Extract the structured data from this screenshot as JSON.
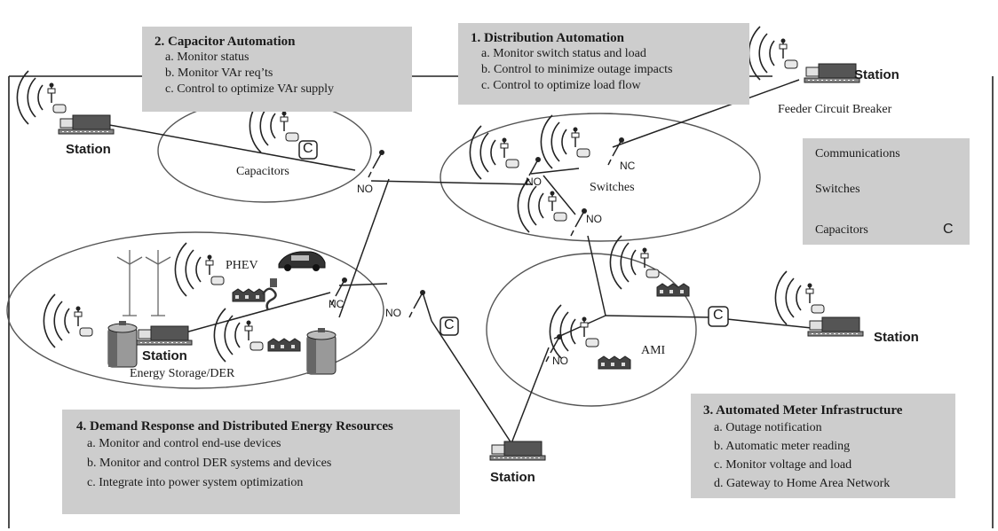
{
  "panels": {
    "capacitor": {
      "title": "2. Capacitor Automation",
      "items": [
        "a. Monitor status",
        "b. Monitor VAr req’ts",
        "c. Control to optimize VAr supply"
      ]
    },
    "distribution": {
      "title": "1. Distribution Automation",
      "items": [
        "a.  Monitor switch status and load",
        "b. Control to minimize outage impacts",
        "c. Control to optimize load flow"
      ]
    },
    "demand": {
      "title": "4. Demand Response and Distributed Energy Resources",
      "items": [
        "a. Monitor and control end-use devices",
        "b. Monitor and control DER systems and devices",
        "c. Integrate into power system optimization"
      ]
    },
    "ami": {
      "title": "3. Automated Meter Infrastructure",
      "items": [
        "a. Outage notification",
        "b. Automatic meter reading",
        "c. Monitor voltage and load",
        "d. Gateway to Home Area Network"
      ]
    }
  },
  "legend": {
    "communications": "Communications",
    "switches": "Switches",
    "capacitors": "Capacitors",
    "capacitor_symbol": "C"
  },
  "stations": {
    "top_left": "Station",
    "top_right": "Station",
    "right": "Station",
    "der": "Station",
    "bottom": "Station"
  },
  "labels": {
    "feeder_breaker": "Feeder Circuit Breaker",
    "capacitors_area": "Capacitors",
    "switches_area": "Switches",
    "energy_storage_area": "Energy Storage/DER",
    "ami_area": "AMI",
    "phev": "PHEV"
  },
  "switch_states": {
    "capacitor_zone": "NO",
    "switch_zone_no": "NO",
    "switch_zone_nc": "NC",
    "switch_zone_no2": "NO",
    "der_nc": "NC",
    "der_no": "NO",
    "ami_no": "NO"
  },
  "capacitor_symbols": {
    "capacitor_zone": "C",
    "feeder": "C",
    "ami_feeder": "C"
  },
  "colors": {
    "panel_fill": "#cdcdcd",
    "line": "#222222",
    "background": "#ffffff"
  }
}
